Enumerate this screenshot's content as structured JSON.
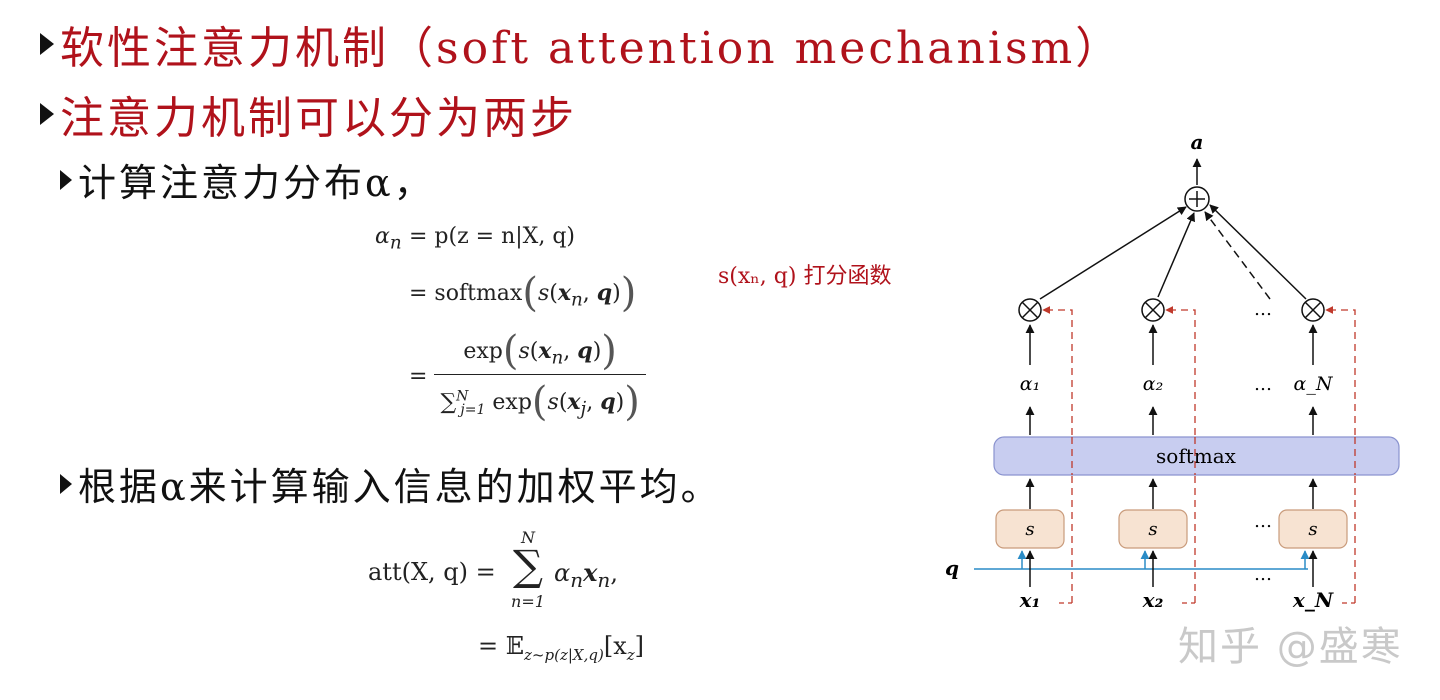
{
  "bullets": {
    "line1": "软性注意力机制（soft attention mechanism）",
    "line2": "注意力机制可以分为两步",
    "line3": "计算注意力分布α，",
    "line4": "根据α来计算输入信息的加权平均。"
  },
  "formula1": {
    "lhs": "α",
    "lhs_sub": "n",
    "row1": "= p(z = n|X, q)",
    "row2_prefix": "= softmax",
    "row3_num": "exp",
    "row3_den_prefix": "∑",
    "row3_den_sup": "N",
    "row3_den_sub": "j=1",
    "row3_den_exp": "exp"
  },
  "formula2": {
    "lhs": "att(X, q) =",
    "sum_top": "N",
    "sum_bottom": "n=1",
    "rhs": "α",
    "row2": "= 𝔼",
    "row2_sub": "z~p(z|X,q)",
    "row2_tail": "[x",
    "row2_tail_sub": "z",
    "row2_close": "]"
  },
  "annotation": "s(xₙ, q) 打分函数",
  "diagram": {
    "output": "a",
    "softmax": "softmax",
    "score_label": "s",
    "query": "q",
    "alphas": [
      "α₁",
      "α₂",
      "…",
      "α_N"
    ],
    "inputs": [
      "x₁",
      "x₂",
      "x_N"
    ],
    "ellipsis": "…",
    "colors": {
      "softmax_fill": "#c8cdf0",
      "score_fill": "#f7e3d2",
      "query_line": "#2a8cc7",
      "dashed": "#c0392b"
    }
  },
  "watermark": "知乎 @盛寒"
}
